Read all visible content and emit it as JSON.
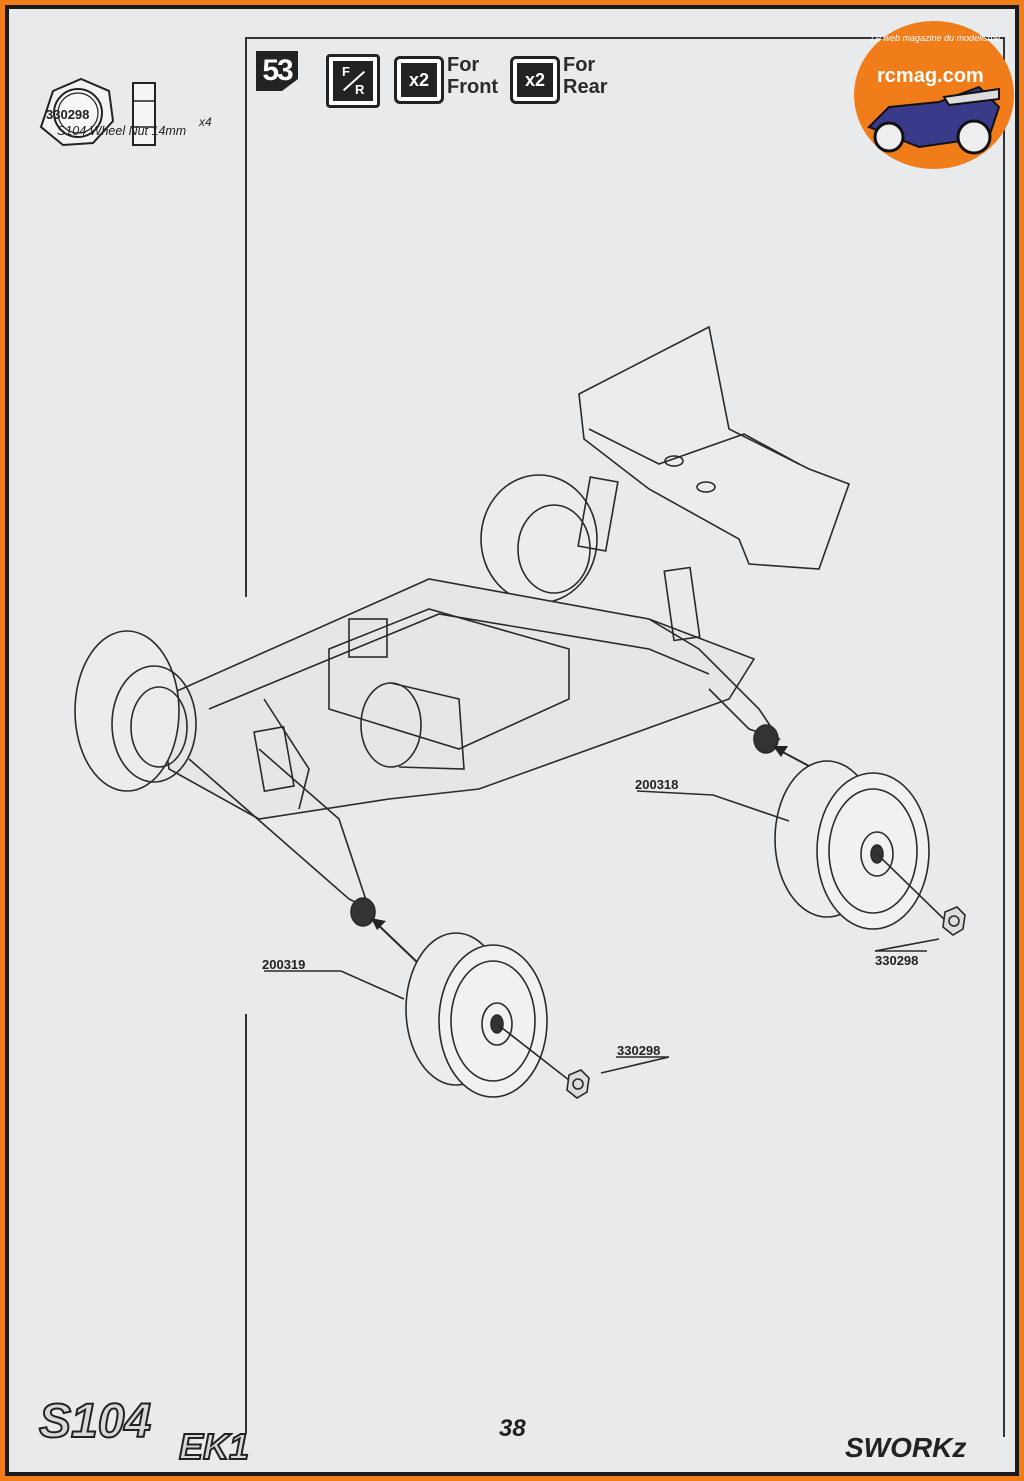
{
  "part": {
    "number": "330298",
    "name": "S104 Wheel Nut 14mm",
    "quantity": "x4"
  },
  "step": {
    "number": "53",
    "fr_front_letter": "F",
    "fr_rear_letter": "R",
    "front": {
      "qty": "x2",
      "label_line1": "For",
      "label_line2": "Front"
    },
    "rear": {
      "qty": "x2",
      "label_line1": "For",
      "label_line2": "Rear"
    }
  },
  "callouts": {
    "rear_wheel": "200318",
    "front_wheel": "200319",
    "rear_nut": "330298",
    "front_nut": "330298"
  },
  "footer": {
    "model_logo": "S104EK1",
    "page_number": "38",
    "brand_logo": "SWORKz"
  },
  "watermark": {
    "site": "rcmag.com",
    "tagline": "Le web magazine du modelisme"
  },
  "colors": {
    "border": "#f07c1a",
    "paper": "#e9eaec",
    "ink": "#222222"
  }
}
